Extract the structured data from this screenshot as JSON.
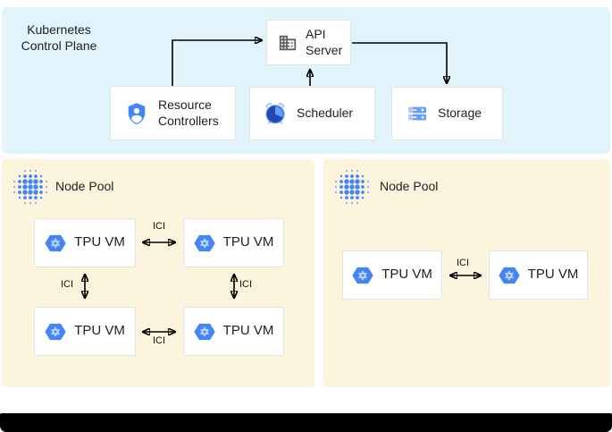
{
  "control_plane": {
    "title": "Kubernetes Control Plane",
    "api_server": "API Server",
    "resource_controllers": "Resource Controllers",
    "scheduler": "Scheduler",
    "storage": "Storage"
  },
  "node_pool_left": {
    "label": "Node Pool",
    "vm1": "TPU VM",
    "vm2": "TPU VM",
    "vm3": "TPU VM",
    "vm4": "TPU VM",
    "ici_top": "ICI",
    "ici_left": "ICI",
    "ici_right": "ICI",
    "ici_bottom": "ICI"
  },
  "node_pool_right": {
    "label": "Node Pool",
    "vm1": "TPU VM",
    "vm2": "TPU VM",
    "ici": "ICI"
  },
  "colors": {
    "section_blue": "#e1f4fc",
    "section_cream": "#fcf4dc",
    "google_blue": "#4285f4",
    "mid_blue": "#669df6",
    "light_blue": "#aecbfa",
    "gear_blue": "#c2d6fb",
    "pie_dark_blue": "#2448b1",
    "icon_gray": "#5f6368",
    "box_border": "#e3e3e3",
    "text": "#202124",
    "arrow_black": "#000000",
    "bar_black": "#000000"
  }
}
